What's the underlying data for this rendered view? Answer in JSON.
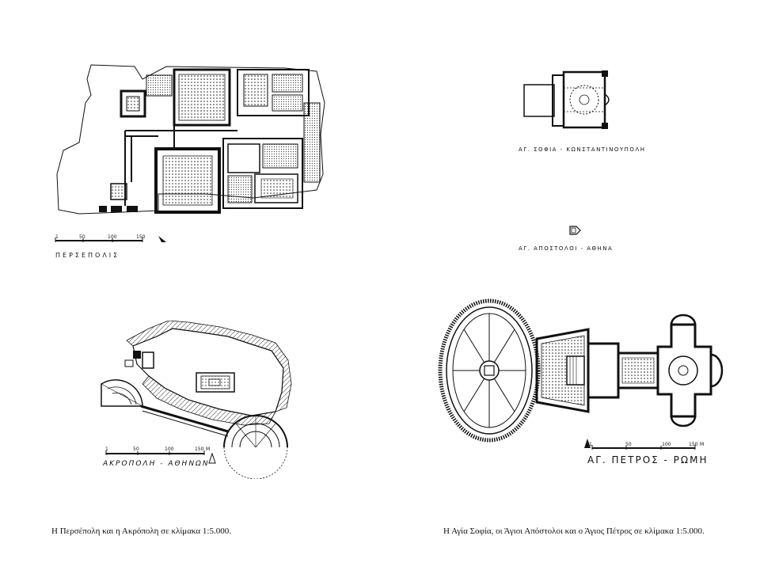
{
  "plans": {
    "persepolis": {
      "label": "ΠΕΡΣΕΠΟΛΙΣ",
      "scale_ticks": [
        "1",
        "50",
        "100",
        "150"
      ]
    },
    "hagia_sophia": {
      "label": "ΑΓ. ΣΟΦΙΑ - ΚΩΝΣΤΑΝΤΙΝΟΥΠΟΛΗ"
    },
    "holy_apostles": {
      "label": "ΑΓ. ΑΠΟΣΤΟΛΟΙ - ΑΘΗΝΑ"
    },
    "acropolis": {
      "label": "ΑΚΡΟΠΟΛΗ - ΑΘΗΝΩΝ",
      "scale_ticks": [
        "1",
        "50",
        "100",
        "150"
      ],
      "scale_unit": "M"
    },
    "st_peter": {
      "label": "ΑΓ. ΠΕΤΡΟΣ - ΡΩΜΗ",
      "scale_ticks": [
        "1",
        "50",
        "100",
        "150"
      ],
      "scale_unit": "M"
    }
  },
  "captions": {
    "left": "Η Περσέπολη και η Ακρόπολη σε κλίμακα 1:5.000.",
    "right": "Η Αγία Σοφία, οι Άγιοι Απόστολοι και ο Άγιος Πέτρος σε κλίμακα 1:5.000."
  }
}
